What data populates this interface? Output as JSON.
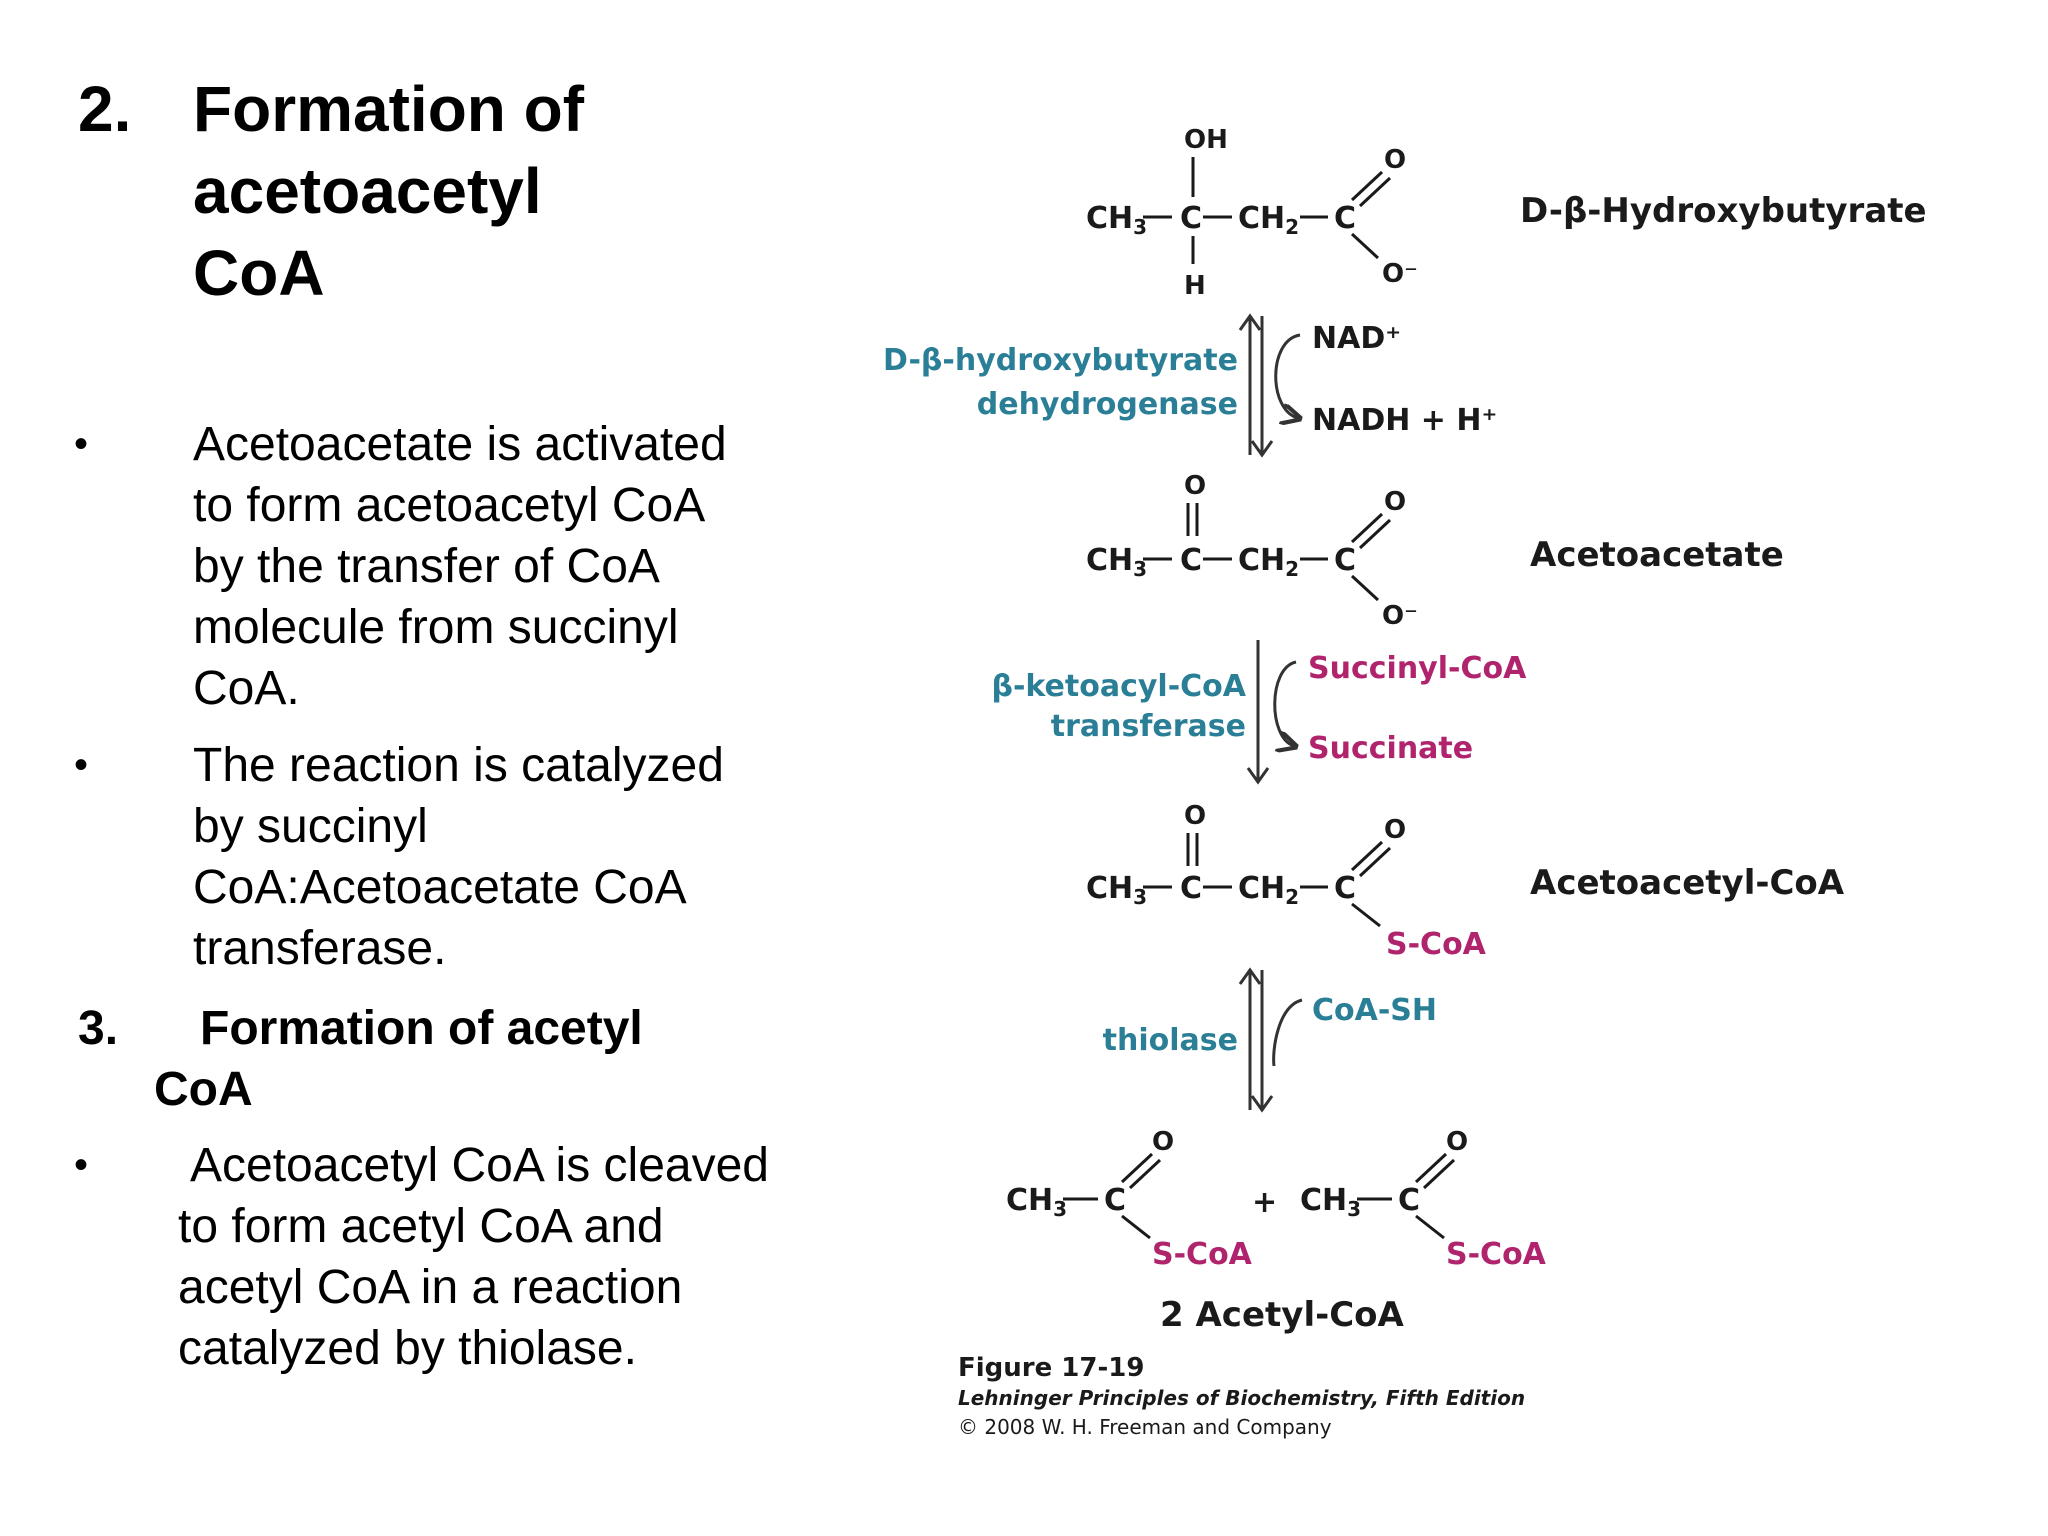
{
  "left": {
    "section2": {
      "number": "2.",
      "line1": "Formation of",
      "line2": "acetoacetyl",
      "line3": "CoA"
    },
    "bullets_a": [
      {
        "marker": "•",
        "lines": [
          "Acetoacetate is activated",
          "to form acetoacetyl CoA",
          "by the transfer of CoA",
          "molecule from succinyl",
          "CoA."
        ]
      },
      {
        "marker": "•",
        "lines": [
          "The reaction is catalyzed",
          "by succinyl",
          "CoA:Acetoacetate CoA",
          "transferase."
        ]
      }
    ],
    "section3": {
      "number": "3.",
      "line1": "Formation of acetyl",
      "line2": "CoA"
    },
    "bullets_b": [
      {
        "marker": "•",
        "lines": [
          "Acetoacetyl CoA is cleaved",
          "to form acetyl CoA and",
          "acetyl CoA in a reaction",
          "catalyzed by thiolase."
        ]
      }
    ]
  },
  "figure": {
    "compounds": {
      "c1": "D-β-Hydroxybutyrate",
      "c2": "Acetoacetate",
      "c3": "Acetoacetyl-CoA",
      "c4": "2 Acetyl-CoA"
    },
    "step1": {
      "enzyme_line1": "D-β-hydroxybutyrate",
      "enzyme_line2": "dehydrogenase",
      "in": "NAD⁺",
      "out": "NADH + H⁺"
    },
    "step2": {
      "enzyme_line1": "β-ketoacyl-CoA",
      "enzyme_line2": "transferase",
      "in": "Succinyl-CoA",
      "out": "Succinate"
    },
    "step3": {
      "enzyme": "thiolase",
      "in": "CoA-SH"
    },
    "atoms": {
      "OH": "OH",
      "H": "H",
      "O": "O",
      "Ominus": "O⁻",
      "SCoA": "S-CoA",
      "plus": "+"
    },
    "caption": {
      "title": "Figure 17-19",
      "book": "Lehninger Principles of Biochemistry, Fifth Edition",
      "copyright": "© 2008 W. H. Freeman and Company"
    },
    "colors": {
      "enzyme": "#2a7f97",
      "cosubstrate": "#b0246d",
      "text": "#1a1a1a"
    }
  }
}
